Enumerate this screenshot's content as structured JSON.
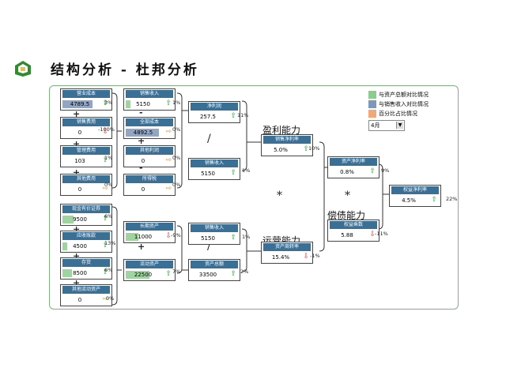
{
  "page": {
    "title": "结构分析 - 杜邦分析"
  },
  "legend": [
    {
      "label": "与资产总额对比情况",
      "color": "#8ecb8e"
    },
    {
      "label": "与销售收入对比情况",
      "color": "#7f97b8"
    },
    {
      "label": "百分比占比情况",
      "color": "#f0a878"
    }
  ],
  "month_select": {
    "value": "4月"
  },
  "categories": {
    "profit": "盈利能力",
    "operation": "运营能力",
    "debt": "偿债能力"
  },
  "operators": {
    "divide": "/",
    "multiply": "*",
    "plus": "+",
    "minus": "-"
  },
  "boxes": {
    "yyxb": {
      "label": "营业成本",
      "value": "4789.5",
      "pct": "3%"
    },
    "xsfy": {
      "label": "销售费用",
      "value": "0",
      "pct": "-100%"
    },
    "glfy": {
      "label": "管理费用",
      "value": "103",
      "pct": "1%"
    },
    "qtfy": {
      "label": "其他费用",
      "value": "0",
      "pct": "0%"
    },
    "xssr1": {
      "label": "销售收入",
      "value": "5150",
      "pct": "1%"
    },
    "qbcb": {
      "label": "全部成本",
      "value": "4892.5",
      "pct": "0%"
    },
    "qtlr": {
      "label": "其他利润",
      "value": "0",
      "pct": "0%"
    },
    "sds": {
      "label": "所得税",
      "value": "0",
      "pct": "0%"
    },
    "jlr": {
      "label": "净利润",
      "value": "257.5",
      "pct": "11%"
    },
    "xssr2": {
      "label": "销售收入",
      "value": "5150",
      "pct": "1%"
    },
    "xsjll": {
      "label": "销售净利率",
      "value": "5.0%",
      "pct": "10%"
    },
    "zcjll": {
      "label": "资产净利率",
      "value": "0.8%",
      "pct": "9%"
    },
    "qyjll": {
      "label": "权益净利率",
      "value": "4.5%",
      "pct": "22%"
    },
    "ldzc": {
      "label": "现金有价证券",
      "value": "9500",
      "pct": "6%"
    },
    "yszk": {
      "label": "应收账款",
      "value": "4500",
      "pct": "13%"
    },
    "ch": {
      "label": "存货",
      "value": "8500",
      "pct": "6%"
    },
    "qtldzc": {
      "label": "其他流动资产",
      "value": "0",
      "pct": "0%"
    },
    "cqzc": {
      "label": "长期资产",
      "value": "11000",
      "pct": "-9%"
    },
    "ldzc2": {
      "label": "流动资产",
      "value": "22500",
      "pct": "7%"
    },
    "xssr3": {
      "label": "销售收入",
      "value": "5150",
      "pct": "1%"
    },
    "zcze": {
      "label": "资产总额",
      "value": "33500",
      "pct": "2%"
    },
    "zczzl": {
      "label": "资产周转率",
      "value": "15.4%",
      "pct": "-1%"
    },
    "qycs": {
      "label": "权益乘数",
      "value": "5.88",
      "pct": "-11%"
    }
  }
}
